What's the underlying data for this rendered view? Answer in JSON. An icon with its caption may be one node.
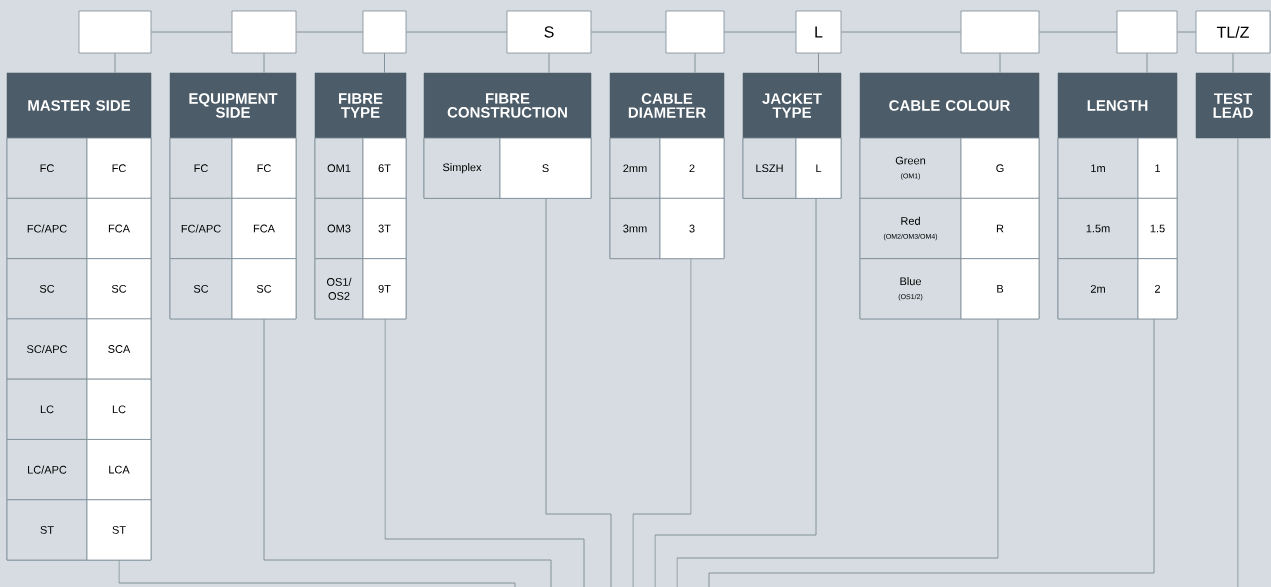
{
  "diagram": {
    "nodes": [
      {
        "text": [],
        "shape": "box"
      },
      {
        "text": [],
        "shape": "box"
      },
      {
        "text": [],
        "shape": "box"
      },
      {
        "text": [
          "S"
        ]
      },
      {
        "text": [],
        "shape": "box"
      },
      {
        "text": [
          "L"
        ]
      },
      {
        "text": [],
        "shape": "box"
      },
      {
        "text": [],
        "shape": "box"
      },
      {
        "text": [
          "TL/Z"
        ]
      },
      {
        "text": [
          "MASTER SIDE"
        ]
      },
      {
        "text": [
          "FC"
        ],
        "in": 9
      },
      {
        "text": [
          "FC"
        ],
        "in": 9
      },
      {
        "text": [
          "FC/APC"
        ],
        "in": 9
      },
      {
        "text": [
          "FCA"
        ],
        "in": 9
      },
      {
        "text": [
          "SC"
        ],
        "in": 9
      },
      {
        "text": [
          "SC"
        ],
        "in": 9
      },
      {
        "text": [
          "SC/APC"
        ],
        "in": 9
      },
      {
        "text": [
          "SCA"
        ],
        "in": 9
      },
      {
        "text": [
          "LC"
        ],
        "in": 9
      },
      {
        "text": [
          "LC"
        ],
        "in": 9
      },
      {
        "text": [
          "LC/APC"
        ],
        "in": 9
      },
      {
        "text": [
          "LCA"
        ],
        "in": 9
      },
      {
        "text": [
          "ST"
        ],
        "in": 9
      },
      {
        "text": [
          "ST"
        ],
        "in": 9
      },
      {
        "text": [
          "EQUIPMENT SIDE"
        ]
      },
      {
        "text": [
          "FC"
        ],
        "in": 24
      },
      {
        "text": [
          "FC"
        ],
        "in": 24
      },
      {
        "text": [
          "FC/APC"
        ],
        "in": 24
      },
      {
        "text": [
          "FCA"
        ],
        "in": 24
      },
      {
        "text": [
          "SC"
        ],
        "in": 24
      },
      {
        "text": [
          "SC"
        ],
        "in": 24
      },
      {
        "text": [
          "FIBRE TYPE"
        ]
      },
      {
        "text": [
          "OM1"
        ],
        "in": 31
      },
      {
        "text": [
          "6T"
        ],
        "in": 31
      },
      {
        "text": [
          "OM3"
        ],
        "in": 31
      },
      {
        "text": [
          "3T"
        ],
        "in": 31
      },
      {
        "text": [
          "OS1/ OS2"
        ],
        "in": 31
      },
      {
        "text": [
          "9T"
        ],
        "in": 31
      },
      {
        "text": [
          "FIBRE CONSTRUCTION"
        ]
      },
      {
        "text": [
          "Simplex"
        ],
        "in": 38
      },
      {
        "text": [
          "S"
        ],
        "in": 38
      },
      {
        "text": [
          "CABLE DIAMETER"
        ]
      },
      {
        "text": [
          "2mm"
        ],
        "in": 41
      },
      {
        "text": [
          "2"
        ],
        "in": 41
      },
      {
        "text": [
          "3mm"
        ],
        "in": 41
      },
      {
        "text": [
          "3"
        ],
        "in": 41
      },
      {
        "text": [
          "JACKET TYPE"
        ]
      },
      {
        "text": [
          "LSZH"
        ],
        "in": 46
      },
      {
        "text": [
          "L"
        ],
        "in": 46
      },
      {
        "text": [
          "CABLE COLOUR"
        ]
      },
      {
        "text": [
          "Green",
          "(OM1)"
        ],
        "in": 49
      },
      {
        "text": [
          "G"
        ],
        "in": 49
      },
      {
        "text": [
          "Red",
          "(OM2/OM3/OM4)"
        ],
        "in": 49
      },
      {
        "text": [
          "R"
        ],
        "in": 49
      },
      {
        "text": [
          "Blue",
          "(OS1/2)"
        ],
        "in": 49
      },
      {
        "text": [
          "B"
        ],
        "in": 49
      },
      {
        "text": [
          "LENGTH"
        ]
      },
      {
        "text": [
          "1m"
        ],
        "in": 56
      },
      {
        "text": [
          "1"
        ],
        "in": 56
      },
      {
        "text": [
          "1.5m"
        ],
        "in": 56
      },
      {
        "text": [
          "1.5"
        ],
        "in": 56
      },
      {
        "text": [
          "2m"
        ],
        "in": 56
      },
      {
        "text": [
          "2"
        ],
        "in": 56
      },
      {
        "text": [
          "TEST LEAD"
        ]
      }
    ],
    "edges": [
      {
        "from": 0,
        "to": 1,
        "arrow": "none"
      },
      {
        "from": 1,
        "to": 2,
        "arrow": "none"
      },
      {
        "from": 2,
        "to": 3,
        "arrow": "none"
      },
      {
        "from": 3,
        "to": 4,
        "arrow": "none"
      },
      {
        "from": 4,
        "to": 5,
        "arrow": "none"
      },
      {
        "from": 5,
        "to": 6,
        "arrow": "none"
      },
      {
        "from": 6,
        "to": 7,
        "arrow": "none"
      },
      {
        "from": 7,
        "to": 8,
        "arrow": "none"
      },
      {
        "from": 0,
        "to": 9,
        "arrow": "none"
      },
      {
        "from": 1,
        "to": 24,
        "arrow": "none"
      },
      {
        "from": 2,
        "to": 31,
        "arrow": "none"
      },
      {
        "from": 3,
        "to": 38,
        "arrow": "none"
      },
      {
        "from": 4,
        "to": 41,
        "arrow": "none"
      },
      {
        "from": 5,
        "to": 46,
        "arrow": "none"
      },
      {
        "from": 6,
        "to": 49,
        "arrow": "none"
      },
      {
        "from": 7,
        "to": 56,
        "arrow": "none"
      },
      {
        "from": 8,
        "to": 63,
        "arrow": "none"
      },
      {
        "from": 9,
        "to": null,
        "arrow": "none"
      },
      {
        "from": 24,
        "to": null,
        "arrow": "none"
      },
      {
        "from": 31,
        "to": null,
        "arrow": "none"
      },
      {
        "from": 38,
        "to": null,
        "arrow": "none"
      },
      {
        "from": 41,
        "to": null,
        "arrow": "none"
      },
      {
        "from": 46,
        "to": null,
        "arrow": "none"
      },
      {
        "from": 49,
        "to": null,
        "arrow": "none"
      },
      {
        "from": 56,
        "to": null,
        "arrow": "none"
      },
      {
        "from": 63,
        "to": null,
        "arrow": "none"
      }
    ]
  }
}
